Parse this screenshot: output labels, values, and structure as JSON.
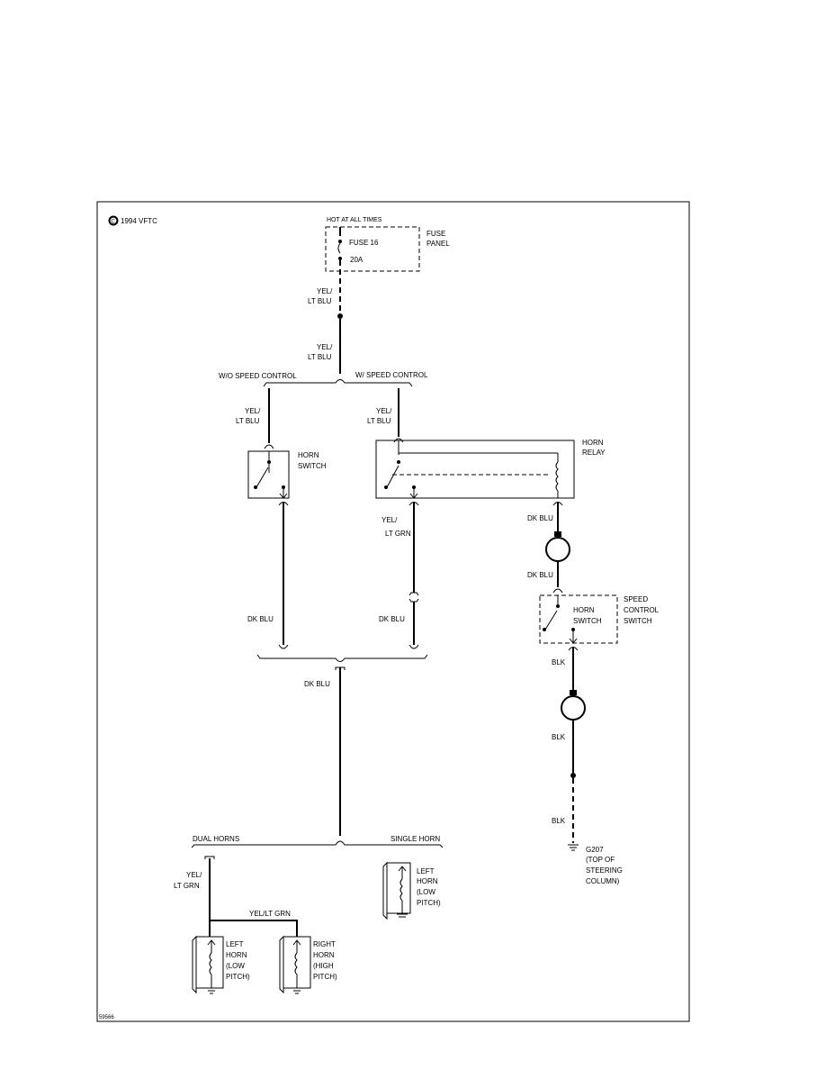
{
  "copyright": "1994 VFTC",
  "copyright_symbol": "C",
  "figure_id": "59566",
  "fuse": {
    "supply_label": "HOT AT ALL TIMES",
    "panel_label_1": "FUSE",
    "panel_label_2": "PANEL",
    "fuse_name": "FUSE 16",
    "fuse_rating": "20A"
  },
  "wires": {
    "yel_lt_blu_1a": "YEL/",
    "yel_lt_blu_1b": "LT BLU",
    "yel_lt_blu_2a": "YEL/",
    "yel_lt_blu_2b": "LT BLU",
    "yel_lt_blu_3a": "YEL/",
    "yel_lt_blu_3b": "LT BLU",
    "yel_lt_blu_4a": "YEL/",
    "yel_lt_blu_4b": "LT BLU",
    "yel_lt_grn_1a": "YEL/",
    "yel_lt_grn_1b": "LT GRN",
    "dk_blu_1": "DK BLU",
    "dk_blu_2": "DK BLU",
    "dk_blu_3": "DK BLU",
    "dk_blu_4": "DK BLU",
    "dk_blu_5": "DK BLU",
    "blk_1": "BLK",
    "blk_2": "BLK",
    "blk_3": "BLK",
    "yel_lt_grn_2a": "YEL/",
    "yel_lt_grn_2b": "LT GRN",
    "yel_lt_grn_3": "YEL/LT GRN"
  },
  "branches": {
    "without_speed_control": "W/O SPEED CONTROL",
    "with_speed_control": "W/ SPEED CONTROL",
    "dual_horns": "DUAL HORNS",
    "single_horn": "SINGLE HORN"
  },
  "components": {
    "horn_switch": [
      "HORN",
      "SWITCH"
    ],
    "horn_relay": [
      "HORN",
      "RELAY"
    ],
    "speed_control_switch": [
      "SPEED",
      "CONTROL",
      "SWITCH"
    ],
    "speed_horn_switch": [
      "HORN",
      "SWITCH"
    ],
    "single_left_horn": [
      "LEFT",
      "HORN",
      "(LOW",
      "PITCH)"
    ],
    "dual_left_horn": [
      "LEFT",
      "HORN",
      "(LOW",
      "PITCH)"
    ],
    "dual_right_horn": [
      "RIGHT",
      "HORN",
      "(HIGH",
      "PITCH)"
    ],
    "ground": [
      "G207",
      "(TOP OF",
      "STEERING",
      "COLUMN)"
    ]
  }
}
